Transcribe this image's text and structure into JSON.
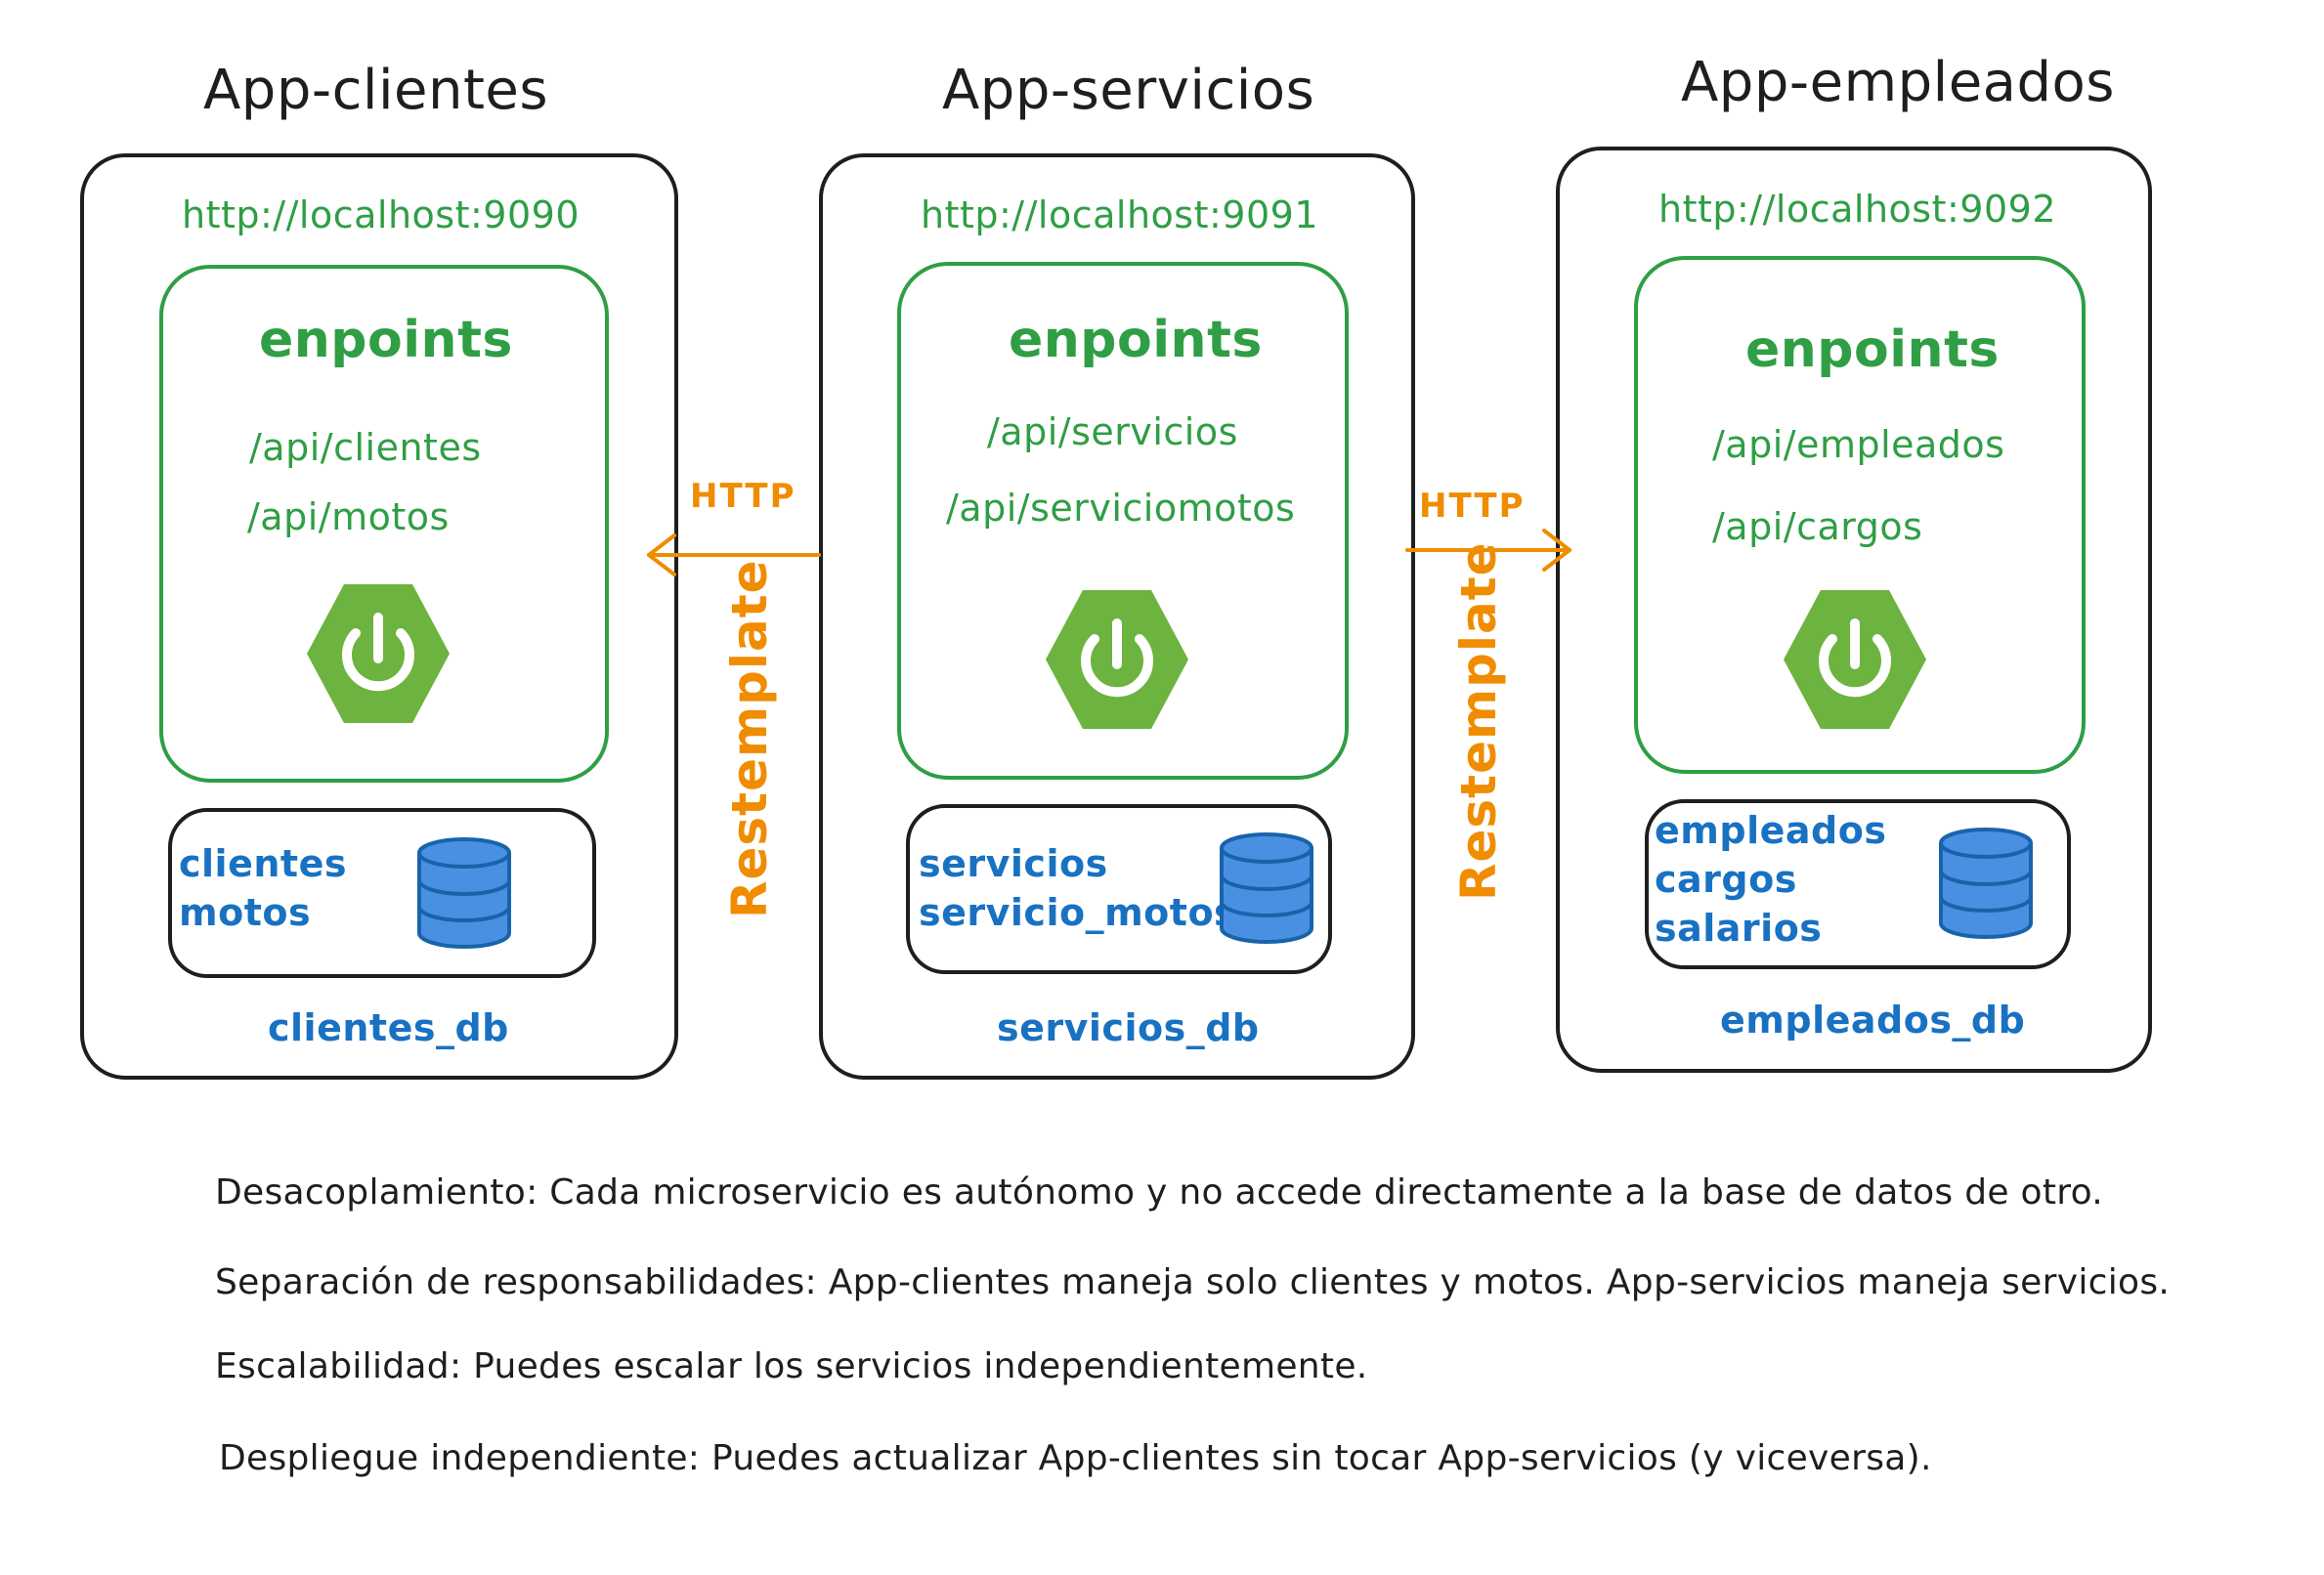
{
  "apps": [
    {
      "title": "App-clientes",
      "url": "http://localhost:9090",
      "endpoints_title": "enpoints",
      "endpoints": [
        "/api/clientes",
        "/api/motos"
      ],
      "tables": [
        "clientes",
        "motos"
      ],
      "db_name": "clientes_db"
    },
    {
      "title": "App-servicios",
      "url": "http://localhost:9091",
      "endpoints_title": "enpoints",
      "endpoints": [
        "/api/servicios",
        "/api/serviciomotos"
      ],
      "tables": [
        "servicios",
        "servicio_motos"
      ],
      "db_name": "servicios_db"
    },
    {
      "title": "App-empleados",
      "url": "http://localhost:9092",
      "endpoints_title": "enpoints",
      "endpoints": [
        "/api/empleados",
        "/api/cargos"
      ],
      "tables": [
        "empleados",
        "cargos",
        "salarios"
      ],
      "db_name": "empleados_db"
    }
  ],
  "connectors": [
    {
      "protocol": "HTTP",
      "client": "Restemplate",
      "direction": "left"
    },
    {
      "protocol": "HTTP",
      "client": "Restemplate",
      "direction": "right"
    }
  ],
  "notes": [
    "Desacoplamiento: Cada microservicio es autónomo y no accede directamente a la base de datos de otro.",
    "Separación de responsabilidades: App-clientes maneja solo clientes y motos. App-servicios maneja servicios.",
    "Escalabilidad: Puedes escalar los servicios independientemente.",
    "Despliegue independiente: Puedes actualizar App-clientes sin tocar App-servicios (y viceversa)."
  ],
  "colors": {
    "ink": "#1e1e1e",
    "green": "#2f9e44",
    "spring_green": "#6db33f",
    "blue": "#1971c2",
    "db_fill": "#4a90e2",
    "orange": "#f08c00"
  },
  "icons": {
    "spring": "spring-boot-power-icon",
    "database": "database-cylinder-icon"
  }
}
